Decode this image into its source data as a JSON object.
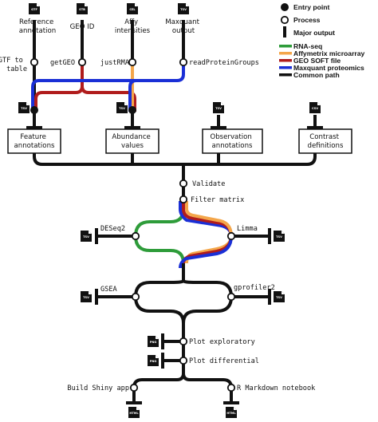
{
  "colors": {
    "rna_seq": "#2e9c3a",
    "affymetrix": "#f4a64a",
    "geo_soft": "#b01c1c",
    "maxquant": "#1a2fd6",
    "common": "#111111"
  },
  "inputs": {
    "reference_annotation": "Reference\nannotation",
    "geo_id": "GEO ID",
    "affy_intensities": "Affy\nintensities",
    "maxquant_output": "Maxquant\noutput"
  },
  "processes": {
    "gtf_to_table": "GTF to\ntable",
    "getgeo": "getGEO",
    "justrma": "justRMA",
    "readproteingroups": "readProteinGroups",
    "validate": "Validate",
    "filter_matrix": "Filter matrix",
    "deseq2": "DESeq2",
    "limma": "Limma",
    "gsea": "GSEA",
    "gprofiler2": "gprofiler2",
    "plot_exploratory": "Plot exploratory",
    "plot_differential": "Plot differential",
    "build_shiny_app": "Build Shiny app",
    "r_markdown_notebook": "R Markdown notebook"
  },
  "boxes": {
    "feature_annotations": "Feature\nannotations",
    "abundance_values": "Abundance\nvalues",
    "observation_annotations": "Observation\nannotations",
    "contrast_definitions": "Contrast\ndefinitions"
  },
  "file_tags": {
    "gtf": "GTF",
    "stb": "STB",
    "cel": "CEL",
    "tsv": "TSV",
    "csv": "CSV",
    "png": "PNG",
    "html": "HTML"
  },
  "legend": {
    "entry_point": "Entry point",
    "process": "Process",
    "major_output": "Major output",
    "rna_seq": "RNA-seq",
    "affymetrix": "Affymetrix microarray",
    "geo_soft": "GEO SOFT file",
    "maxquant": "Maxquant proteomics",
    "common": "Common path"
  }
}
